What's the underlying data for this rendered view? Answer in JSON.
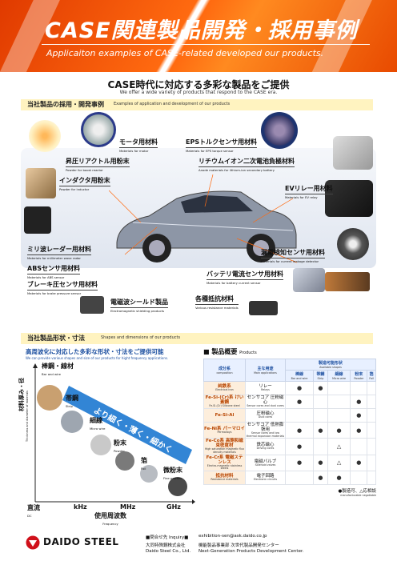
{
  "hero": {
    "title": "CASE関連製品開発・採用事例",
    "subtitle": "Applicaiton examples of CASE-related developed our products."
  },
  "lead": {
    "jp": "CASE時代に対応する多彩な製品をご提供",
    "en": "We offer a wide variety of products that respond to the CASE era."
  },
  "section1": {
    "jp": "当社製品の採用・開発事例",
    "en": "Examples of application and development of our products"
  },
  "applications": [
    {
      "jp": "モータ用材料",
      "en": "Materials for motor"
    },
    {
      "jp": "昇圧リアクトル用粉末",
      "en": "Powder for boost reactor"
    },
    {
      "jp": "インダクタ用粉末",
      "en": "Powder for inductor"
    },
    {
      "jp": "ミリ波レーダー用材料",
      "en": "Materials for millimeter wave radar"
    },
    {
      "jp": "ABSセンサ用材料",
      "en": "Materials for ABS sensor"
    },
    {
      "jp": "ブレーキ圧センサ用材料",
      "en": "Materials for brake pressure sensor"
    },
    {
      "jp": "電磁波シールド製品",
      "en": "Electromagnetic shielding products"
    },
    {
      "jp": "EPSトルクセンサ用材料",
      "en": "Materials for EPS torque sensor"
    },
    {
      "jp": "リチウムイオン二次電池負極材料",
      "en": "Anode materials for lithium-ion secondary battery"
    },
    {
      "jp": "EVリレー用材料",
      "en": "Materials for EV relay"
    },
    {
      "jp": "漏電検知センサ用材料",
      "en": "Materials for current leakage detector"
    },
    {
      "jp": "バッテリ電流センサ用材料",
      "en": "Materials for battery current sensor"
    },
    {
      "jp": "各種抵抗材料",
      "en": "Various resistance materials"
    }
  ],
  "section2": {
    "jp": "当社製品形状・寸法",
    "en": "Shapes and dimensions of our products"
  },
  "shapes": {
    "title_jp": "高周波化に対応した多彩な形状・寸法をご提供可能",
    "title_en": "We can provide various shapes and size of our products for hight frequency applications.",
    "y_label_jp": "材料厚み・径",
    "y_label_en": "Thickness and diameter of materials",
    "arrow_text": "より細く・薄く・細かく",
    "items": [
      {
        "jp": "棒鋼・線材",
        "en": "Bar and wire"
      },
      {
        "jp": "帯鋼",
        "en": "Strip"
      },
      {
        "jp": "細線",
        "en": "Micro wire"
      },
      {
        "jp": "粉末",
        "en": "Powder"
      },
      {
        "jp": "箔",
        "en": "Foil"
      },
      {
        "jp": "微粉末",
        "en": "Fine powder"
      }
    ],
    "x_ticks": [
      {
        "jp": "直流",
        "en": "DC"
      },
      {
        "jp": "kHz",
        "en": ""
      },
      {
        "jp": "MHz",
        "en": ""
      },
      {
        "jp": "GHz",
        "en": ""
      }
    ],
    "x_label_jp": "使用周波数",
    "x_label_en": "Frequency"
  },
  "products": {
    "title_jp": "製品概要",
    "title_en": "Products",
    "header": {
      "comp_jp": "成分系",
      "comp_en": "composition",
      "app_jp": "主な用途",
      "app_en": "Main applications",
      "shape_jp": "製造可能形状",
      "shape_en": "Available shapes",
      "cols": [
        {
          "jp": "棒線",
          "en": "Bar and wire"
        },
        {
          "jp": "帯鋼",
          "en": "Strip"
        },
        {
          "jp": "細線",
          "en": "Micro wire"
        },
        {
          "jp": "粉末",
          "en": "Powder"
        },
        {
          "jp": "箔",
          "en": "Foil"
        }
      ]
    },
    "rows": [
      {
        "comp": "純鉄系",
        "comp_en": "Electrical iron",
        "app": "リレー",
        "app_en": "Relays",
        "marks": [
          "●",
          "●",
          "",
          "",
          ""
        ]
      },
      {
        "comp": "Fe-Si-(Cr)系 けい素鋼",
        "comp_en": "Fe-Si-(Cr) Silicone steel",
        "app": "センサコア 圧粉磁心",
        "app_en": "Sensor cores and dust cores",
        "marks": [
          "●",
          "",
          "",
          "●",
          ""
        ]
      },
      {
        "comp": "Fe-Si-Al",
        "comp_en": "",
        "app": "圧粉磁心",
        "app_en": "Dust cores",
        "marks": [
          "",
          "",
          "",
          "●",
          ""
        ]
      },
      {
        "comp": "Fe-Ni系 パーマロイ",
        "comp_en": "Permalloys",
        "app": "センサコア 低熱膨張用",
        "app_en": "Sensor cores and low thermal expansion materials",
        "marks": [
          "●",
          "●",
          "●",
          "●",
          ""
        ]
      },
      {
        "comp": "Fe-Co系 高飽和磁束密度材",
        "comp_en": "High saturation magnetic flux density materials",
        "app": "鉄芯磁心",
        "app_en": "Driving cores",
        "marks": [
          "●",
          "",
          "△",
          "",
          ""
        ]
      },
      {
        "comp": "Fe-Cr系 電磁ステンレス",
        "comp_en": "Electro-magnetic stainless steels",
        "app": "電磁バルブ",
        "app_en": "Solenoid valves",
        "marks": [
          "●",
          "●",
          "△",
          "●",
          ""
        ]
      },
      {
        "comp": "抵抗材料",
        "comp_en": "Resistance materials",
        "app": "電子回路",
        "app_en": "Electronic circuits",
        "marks": [
          "",
          "●",
          "●",
          "",
          ""
        ]
      }
    ],
    "legend_jp": "●製造可、△応相談",
    "legend_en": "manufacturable   negotiable"
  },
  "footer": {
    "brand": "DAIDO STEEL",
    "inquiry_jp": "■問合せ先 Inquiry■",
    "email": "exhibition-sen@ask.daido.co.jp",
    "company_jp": "大同特殊鋼株式会社",
    "company_en": "Daido Steel Co., Ltd.",
    "dept_jp": "機能製品事業部 次世代製品開発センター",
    "dept_en": "Next-Generation Products Development Center."
  }
}
